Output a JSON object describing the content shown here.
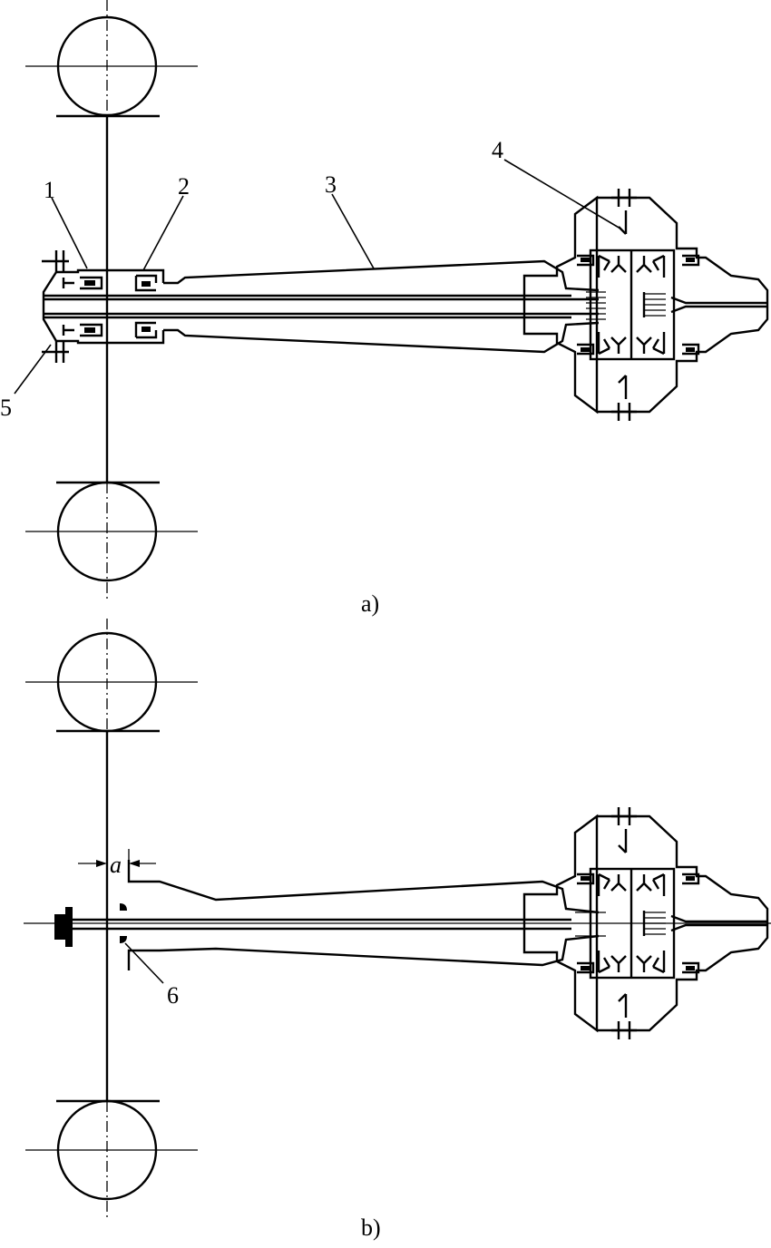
{
  "figure_a": {
    "caption": "a)",
    "labels": {
      "l1": "1",
      "l2": "2",
      "l3": "3",
      "l4": "4",
      "l5": "5"
    }
  },
  "figure_b": {
    "caption": "b)",
    "labels": {
      "l6": "6",
      "dim_a": "a"
    }
  }
}
